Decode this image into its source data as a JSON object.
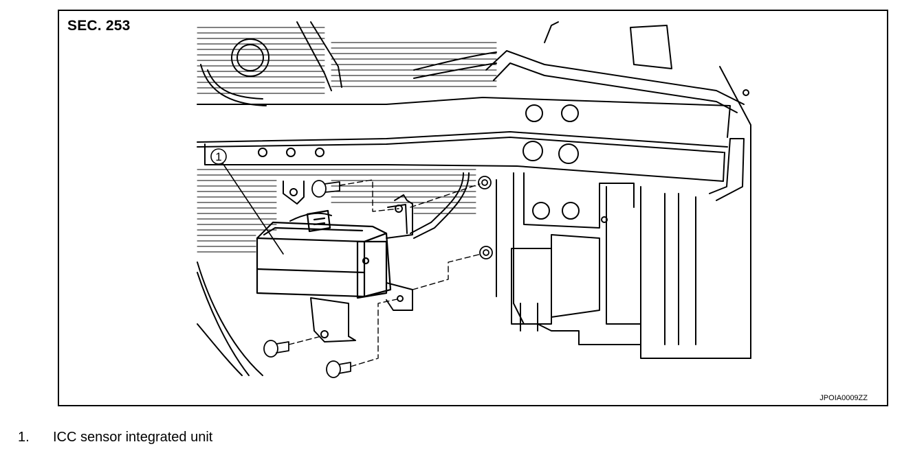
{
  "figure": {
    "section_label": "SEC. 253",
    "figure_id": "JPOIA0009ZZ",
    "callout_number": "1"
  },
  "legend": {
    "items": [
      {
        "number": "1.",
        "text": "ICC sensor integrated unit"
      }
    ]
  }
}
